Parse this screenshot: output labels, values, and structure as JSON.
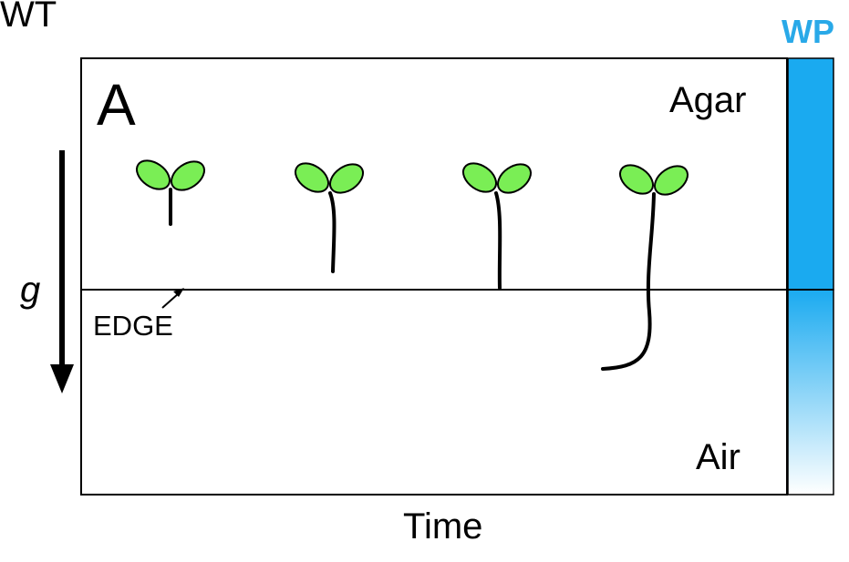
{
  "labels": {
    "wt": "WT",
    "wp": "WP",
    "panel": "A",
    "agar": "Agar",
    "air": "Air",
    "edge": "EDGE",
    "gravity": "g",
    "time": "Time"
  },
  "colors": {
    "wp_blue": "#1aaaf0",
    "wp_title": "#29a9e8",
    "cotyledon": "#7aee55",
    "outline": "#000000"
  },
  "seedlings": [
    {
      "stage": 1,
      "root_growth": "short, above edge"
    },
    {
      "stage": 2,
      "root_growth": "longer, above edge"
    },
    {
      "stage": 3,
      "root_growth": "reaches edge"
    },
    {
      "stage": 4,
      "root_growth": "crosses edge into air and bends"
    }
  ]
}
